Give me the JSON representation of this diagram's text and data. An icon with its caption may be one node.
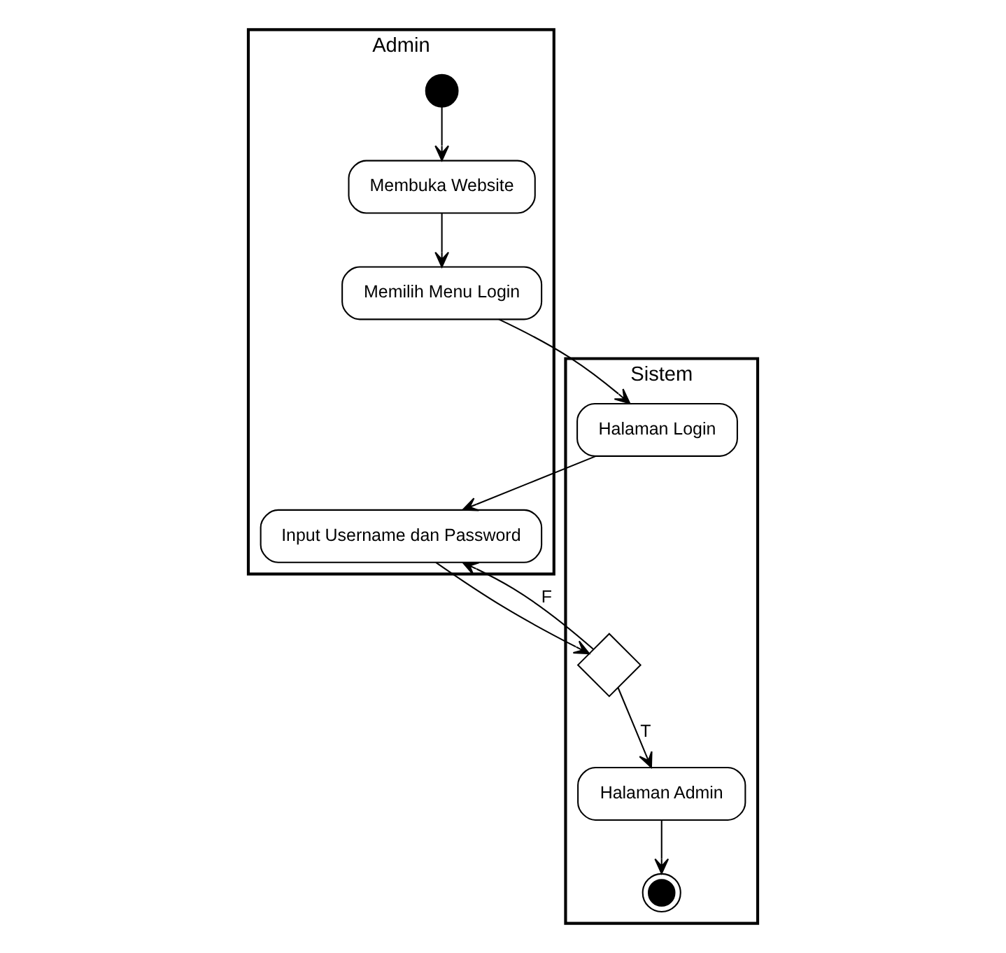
{
  "diagram": {
    "nodes": [
      {
        "text": [
          "Admin"
        ]
      },
      {
        "text": [
          "Sistem"
        ]
      },
      {
        "text": [],
        "shape": "circle",
        "in": 0
      },
      {
        "text": [
          "Membuka Website"
        ],
        "in": 0
      },
      {
        "text": [
          "Memilih Menu Login"
        ],
        "in": 0
      },
      {
        "text": [
          "Input Username dan Password"
        ],
        "in": 0
      },
      {
        "text": [
          "Halaman Login"
        ],
        "in": 1
      },
      {
        "text": [],
        "shape": "diamond",
        "in": 1
      },
      {
        "text": [
          "Halaman Admin"
        ],
        "in": 1
      },
      {
        "text": [],
        "shape": "bullseye",
        "in": 1
      }
    ],
    "edges": [
      {
        "from": 2,
        "to": 3,
        "arrow": "to"
      },
      {
        "from": 3,
        "to": 4,
        "arrow": "to"
      },
      {
        "from": 4,
        "to": 6,
        "arrow": "to"
      },
      {
        "from": 6,
        "to": 5,
        "arrow": "to"
      },
      {
        "from": 5,
        "to": 7,
        "arrow": "to"
      },
      {
        "from": 7,
        "to": 5,
        "arrow": "to",
        "label": "F"
      },
      {
        "from": 7,
        "to": 8,
        "arrow": "to",
        "label": "T"
      },
      {
        "from": 8,
        "to": 9,
        "arrow": "to"
      }
    ]
  }
}
